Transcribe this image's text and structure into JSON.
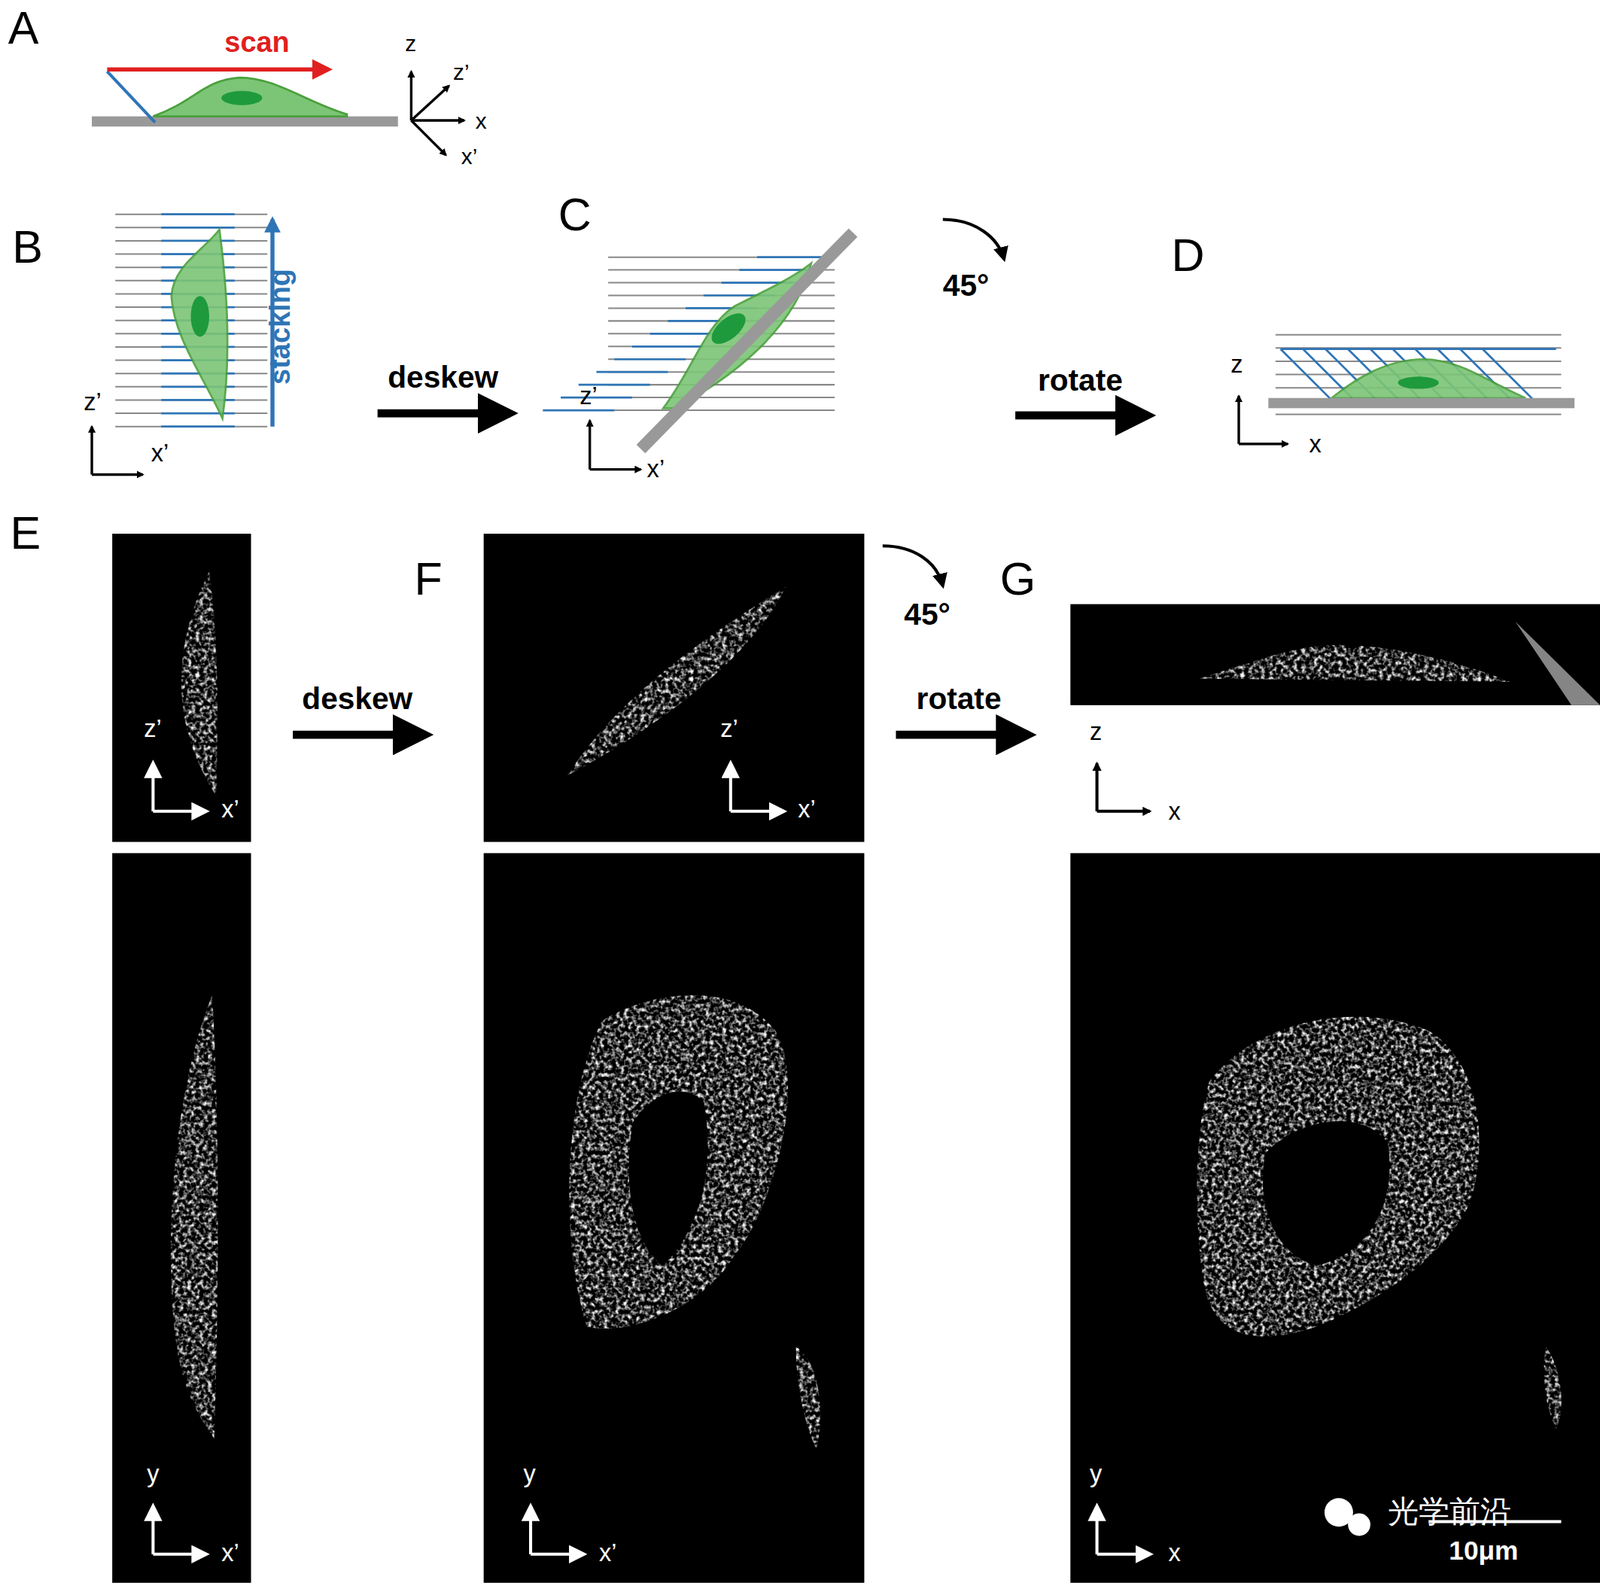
{
  "diagram": {
    "labels": [
      "A",
      "scan",
      "z",
      "z’",
      "x",
      "x’",
      "B",
      "stacking",
      "z’",
      "x’",
      "deskew",
      "C",
      "z’",
      "x’",
      "45°",
      "rotate",
      "D",
      "z",
      "x",
      "E",
      "z’",
      "x’",
      "y",
      "x’",
      "deskew",
      "F",
      "z’",
      "x’",
      "y",
      "x’",
      "45°",
      "rotate",
      "G",
      "z",
      "x",
      "y",
      "x",
      "光学前沿",
      "10μm"
    ]
  }
}
